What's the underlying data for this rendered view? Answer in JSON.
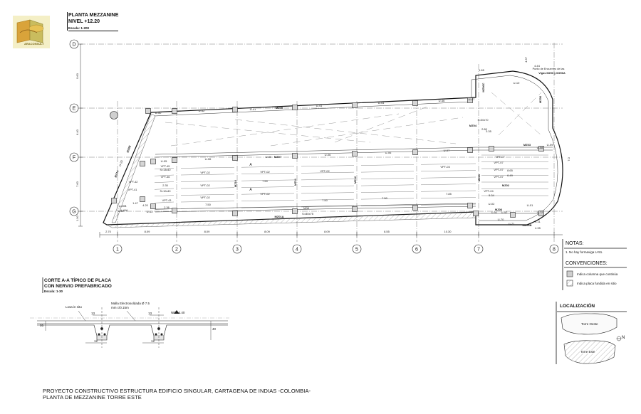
{
  "title_block": {
    "plan_title": "PLANTA MEZZANINE",
    "level": "NIVEL +12.20",
    "scale": "Escala: 1-200",
    "logo_text": "ARACONSULT"
  },
  "grid": {
    "rows": [
      "D",
      "E",
      "F",
      "G"
    ],
    "cols": [
      "1",
      "2",
      "3",
      "4",
      "5",
      "6",
      "7",
      "8"
    ],
    "col_spacings": [
      "2.70",
      "8.09",
      "8.09",
      "8.09",
      "8.09",
      "8.55",
      "10.30"
    ],
    "row_spacings": [
      "9.60",
      "6.40",
      "7.60",
      "1.90"
    ],
    "top_dims": [
      "4.44",
      "4.37",
      "1.65"
    ],
    "right_dims": [
      "4.11",
      "4.35",
      "7.0"
    ]
  },
  "beams": {
    "top": [
      "U-50",
      "U-42",
      "U-41",
      "MZ05",
      "U-41",
      "U-41",
      "U-46",
      "U-47"
    ],
    "mid": [
      "U-05",
      "U-06",
      "U-06",
      "MZ07",
      "U-06",
      "U-06",
      "U-07",
      "MZ03",
      "U-08",
      "U-09"
    ],
    "bottom": [
      "U-02",
      "U-43",
      "M08",
      "MZ01A",
      "S=80x75",
      "U-02",
      "MZ06",
      "MZ06B",
      "U-70",
      "U-71",
      "U-72",
      "U-01"
    ],
    "verticals": [
      "MZ14",
      "MZ08",
      "U-29",
      "U-10",
      "MZ10",
      "MZ11",
      "MZ12",
      "MZ20",
      "MZ06C",
      "MZ04",
      "MZ06",
      "MZ02",
      "U-51",
      "U-52"
    ],
    "vpt_labels": [
      "VPT-02",
      "VPT-02",
      "VPT-02",
      "VPT-02",
      "VPT-02",
      "VPT-02",
      "VPT-03",
      "VPT-07",
      "VPT-07",
      "VPT-07",
      "VPT-07",
      "VPT-24"
    ],
    "dims": [
      "7.50",
      "7.50",
      "7.50",
      "7.50",
      "7.85",
      "8.65",
      "6.49",
      "5.34",
      "3.35",
      "2.80"
    ],
    "small_labels": [
      "VPT-45",
      "S=13x40",
      "VPT-46",
      "VPT-42",
      "VPT-41",
      "U-40A",
      "U-40B",
      "2.35",
      "1.47",
      "S=10x40",
      "VPT-43",
      "4.20",
      "2.36"
    ],
    "section_marks": [
      "A",
      "A"
    ],
    "meeting_note_1": "Punto de Encuentro de las",
    "meeting_note_2": "Vigas MZ06 y MZ06A",
    "s_label": "S=30x70"
  },
  "notes": {
    "heading": "NOTAS:",
    "items": [
      "1.   No hay formaviga U-51."
    ],
    "conventions_heading": "CONVENCIONES:",
    "conventions": [
      "Indica columna que continúa",
      "Indica placa fundida en sitio"
    ]
  },
  "section": {
    "title_line1": "CORTE A-A TÍPICO DE PLACA",
    "title_line2": "CON NERVIO PREFABRICADO",
    "scale": "Escala: 1-30",
    "label_losa": "Losa in situ",
    "label_malla_1": "Malla Electrosoldada Ø 7.5",
    "label_malla_2": "mm c/0.15m",
    "level": "NF. +4.40",
    "dims": [
      "13",
      "13",
      "12",
      "12",
      "05",
      "40"
    ]
  },
  "location": {
    "heading": "LOCALIZACIÓN",
    "tower_west": "Torre Oeste",
    "tower_east": "Torre Este",
    "north": "N"
  },
  "footer": {
    "line1": "PROYECTO CONSTRUCTIVO ESTRUCTURA EDIFICIO SINGULAR, CARTAGENA DE INDIAS -COLOMBIA-",
    "line2": "PLANTA DE MEZZANINE TORRE ESTE"
  }
}
